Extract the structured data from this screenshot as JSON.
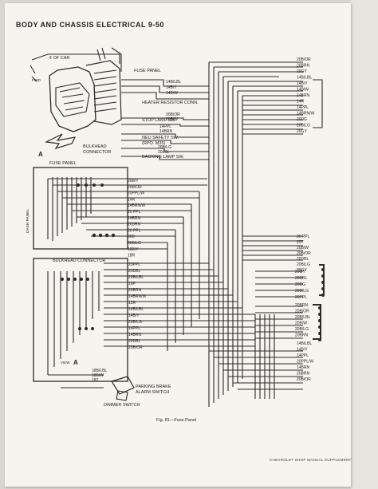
{
  "header": {
    "title": "BODY AND CHASSIS ELECTRICAL 9-50"
  },
  "figure": {
    "caption": "Fig. 81—Fuse Panel",
    "footer": "CHEVROLET SHOP MANUAL SUPPLEMENT"
  },
  "labels": {
    "car_center": "¢ OF CAR",
    "fwd": "FWD",
    "fuse_panel_top": "FUSE PANEL",
    "heater_resistor": "HEATER RESISTOR CONN.",
    "stop_lamp": "STOP LAMP SW.",
    "neutral_safety": "NEU SAFETY SW.",
    "rpo": "(RPO. M35)",
    "backing_lamp": "BACKING LAMP SW.",
    "bulkhead_connector_top": "BULKHEAD",
    "bulkhead_connector_top2": "CONNECTOR",
    "view_a": "A",
    "fuse_panel_box": "FUSE PANEL",
    "dash_panel": "DASH PANEL",
    "bulkhead_connector": "BULKHEAD CONNECTOR",
    "view_label": "VIEW",
    "view_letter": "A",
    "parking_brake": "PARKING BRAKE",
    "alarm_switch": "ALARM SWITCH",
    "dimmer_switch": "DIMMER SWITCH"
  },
  "wires_heater": [
    "14B/LBL",
    "14B/Y",
    "14B/W"
  ],
  "wires_stop": [
    "20B/OR",
    "20B/W"
  ],
  "wires_neutral": [
    "14PPL",
    "14BRN"
  ],
  "wires_backing": [
    "20B/LG",
    "20LBL"
  ],
  "wires_fuse_panel": [
    "20B/Y",
    "20B/OR",
    "20PPL/W",
    "14R",
    "14BRN/W",
    "20 PPL",
    "14BRN",
    "20BRN",
    "20 PPL",
    "20B",
    "20B/LG",
    "18B/Y",
    "18R"
  ],
  "wires_bulkhead": [
    "20PPL",
    "20DBL",
    "20B/LBL",
    "16P",
    "20BRN",
    "14BRN/W",
    "12R",
    "14B/LBL",
    "14B/Y",
    "20B/LG",
    "14PPL",
    "14BRN",
    "20DBL",
    "20B/OR"
  ],
  "wires_bottom_left": [
    "18B/LBL",
    "18B/W",
    "18T"
  ],
  "wires_right_top": [
    "20B/OR",
    "20BRN",
    "20GY",
    "14B/LBL",
    "14B/Y",
    "14B/W",
    "14BRN",
    "14R",
    "14PPL",
    "14BRN/W",
    "20DG",
    "20B/LG",
    "20GY"
  ],
  "wires_right_mid": [
    "20 PPL",
    "20T",
    "20B/W",
    "20B/OR",
    "20DBL",
    "20B/LG",
    "20GY"
  ],
  "wires_right_conn1": [
    "20GY",
    "20DBL",
    "20DG",
    "20B/LG",
    "20PPL"
  ],
  "wires_right_conn2": [
    "20BRN",
    "20B/OR",
    "20B/LBL",
    "20B/W",
    "20B/LG",
    "20BRN"
  ],
  "wires_right_bottom": [
    "14B/LBL",
    "14B/Y",
    "14PPL",
    "20PPL/W",
    "14BRN",
    "20BRN",
    "20B/OR"
  ]
}
